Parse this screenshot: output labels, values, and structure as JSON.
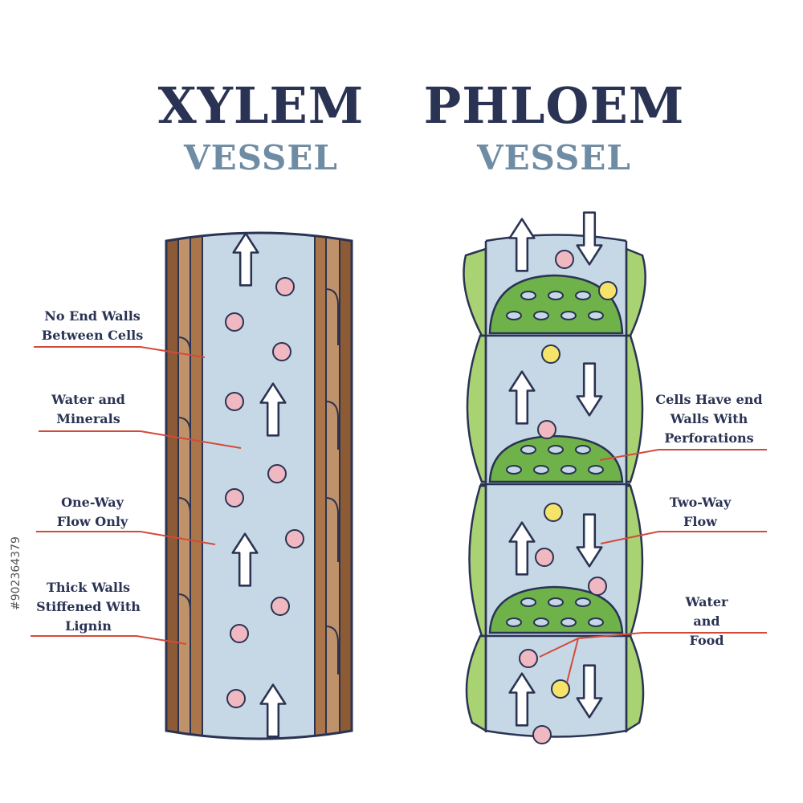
{
  "xylem": {
    "title": "XYLEM",
    "subtitle": "VESSEL",
    "labels": {
      "no_end_walls": "No End Walls Between Cells",
      "water_minerals": "Water and Minerals",
      "one_way": "One-Way Flow Only",
      "thick_walls": "Thick Walls Stiffened With Lignin"
    }
  },
  "phloem": {
    "title": "PHLOEM",
    "subtitle": "VESSEL",
    "labels": {
      "end_walls": "Cells Have end Walls With Perforations",
      "two_way": "Two-Way Flow",
      "water_food": "Water and Food"
    }
  },
  "colors": {
    "title": "#2a3353",
    "subtitle": "#6f8ca5",
    "lumen": "#c6d8e6",
    "wood_light": "#c0926a",
    "wood_dark": "#8c5a34",
    "green_light": "#a9d272",
    "green_dark": "#5ea23c",
    "particle_pink": "#f0b8c0",
    "particle_yellow": "#f5e36a",
    "leader_line": "#d44a3a"
  },
  "watermark": "#902364379"
}
